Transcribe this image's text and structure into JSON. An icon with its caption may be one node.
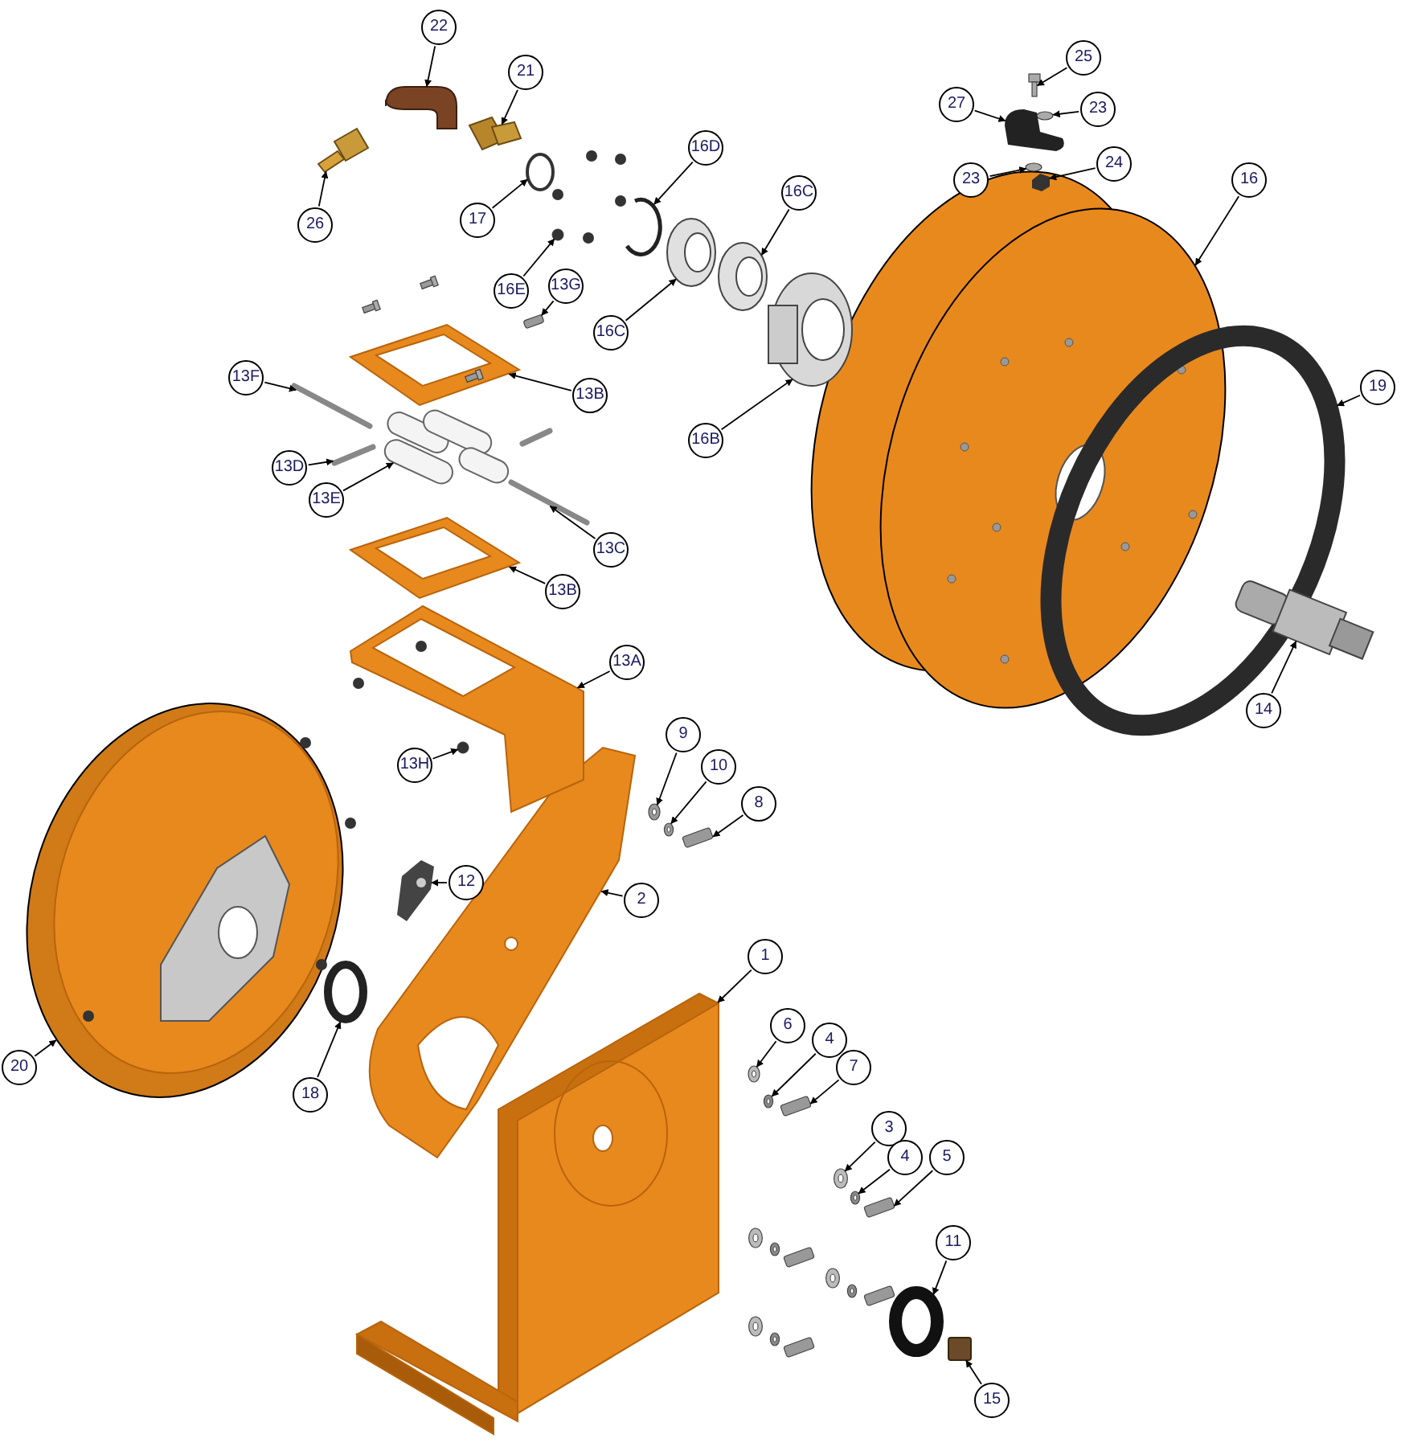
{
  "diagram": {
    "nodes": [
      {
        "text": [
          "22"
        ]
      },
      {
        "text": [
          "21"
        ]
      },
      {
        "text": [
          "26"
        ]
      },
      {
        "text": [
          "17"
        ]
      },
      {
        "text": [
          "16D"
        ]
      },
      {
        "text": [
          "16C"
        ]
      },
      {
        "text": [
          "16E"
        ]
      },
      {
        "text": [
          "13G"
        ]
      },
      {
        "text": [
          "16C"
        ]
      },
      {
        "text": [
          "16B"
        ]
      },
      {
        "text": [
          "13B"
        ]
      },
      {
        "text": [
          "13F"
        ]
      },
      {
        "text": [
          "13D"
        ]
      },
      {
        "text": [
          "13E"
        ]
      },
      {
        "text": [
          "13C"
        ]
      },
      {
        "text": [
          "13B"
        ]
      },
      {
        "text": [
          "25"
        ]
      },
      {
        "text": [
          "27"
        ]
      },
      {
        "text": [
          "23"
        ]
      },
      {
        "text": [
          "23"
        ]
      },
      {
        "text": [
          "24"
        ]
      },
      {
        "text": [
          "16"
        ]
      },
      {
        "text": [
          "19"
        ]
      },
      {
        "text": [
          "14"
        ]
      },
      {
        "text": [
          "13A"
        ]
      },
      {
        "text": [
          "13H"
        ]
      },
      {
        "text": [
          "9"
        ]
      },
      {
        "text": [
          "10"
        ]
      },
      {
        "text": [
          "8"
        ]
      },
      {
        "text": [
          "12"
        ]
      },
      {
        "text": [
          "2"
        ]
      },
      {
        "text": [
          "20"
        ]
      },
      {
        "text": [
          "18"
        ]
      },
      {
        "text": [
          "1"
        ]
      },
      {
        "text": [
          "6"
        ]
      },
      {
        "text": [
          "4"
        ]
      },
      {
        "text": [
          "7"
        ]
      },
      {
        "text": [
          "3"
        ]
      },
      {
        "text": [
          "4"
        ]
      },
      {
        "text": [
          "5"
        ]
      },
      {
        "text": [
          "11"
        ]
      },
      {
        "text": [
          "15"
        ]
      },
      {
        "text": [],
        "shape": "picture"
      },
      {
        "text": [],
        "shape": "picture"
      },
      {
        "text": [],
        "shape": "picture"
      },
      {
        "text": [],
        "shape": "circle"
      },
      {
        "text": [],
        "shape": "picture"
      },
      {
        "text": [],
        "shape": "picture"
      },
      {
        "text": [],
        "shape": "circle"
      },
      {
        "text": [],
        "shape": "box"
      },
      {
        "text": [],
        "shape": "picture"
      },
      {
        "text": [],
        "shape": "picture"
      },
      {
        "text": [],
        "shape": "picture"
      },
      {
        "text": [],
        "shape": "picture"
      },
      {
        "text": [],
        "shape": "picture"
      },
      {
        "text": [],
        "shape": "picture"
      },
      {
        "text": [],
        "shape": "picture"
      },
      {
        "text": [],
        "shape": "picture"
      },
      {
        "text": [],
        "shape": "picture"
      },
      {
        "text": [],
        "shape": "picture"
      },
      {
        "text": [],
        "shape": "circle"
      },
      {
        "text": [],
        "shape": "circle"
      },
      {
        "text": [],
        "shape": "picture"
      },
      {
        "text": [],
        "shape": "picture"
      },
      {
        "text": [],
        "shape": "picture"
      },
      {
        "text": [],
        "shape": "picture"
      },
      {
        "text": [],
        "shape": "picture"
      },
      {
        "text": [],
        "shape": "circle"
      },
      {
        "text": [],
        "shape": "picture"
      },
      {
        "text": [],
        "shape": "picture"
      },
      {
        "text": [],
        "shape": "box"
      },
      {
        "text": [],
        "shape": "picture"
      },
      {
        "text": [],
        "shape": "picture"
      },
      {
        "text": [],
        "shape": "picture"
      },
      {
        "text": [],
        "shape": "circle"
      },
      {
        "text": [],
        "shape": "picture"
      },
      {
        "text": [],
        "shape": "picture"
      },
      {
        "text": [],
        "shape": "picture"
      },
      {
        "text": [],
        "shape": "box"
      },
      {
        "text": [],
        "shape": "picture"
      },
      {
        "text": [],
        "shape": "picture"
      },
      {
        "text": [],
        "shape": "box"
      },
      {
        "text": [],
        "shape": "circle"
      },
      {
        "text": [],
        "shape": "box"
      },
      {
        "text": [],
        "shape": "box"
      },
      {
        "text": [],
        "shape": "box"
      },
      {
        "text": [],
        "shape": "box"
      }
    ],
    "edges": [
      {
        "from": 0,
        "to": 42,
        "arrow": "to"
      },
      {
        "from": 1,
        "to": 43,
        "arrow": "to"
      },
      {
        "from": 2,
        "to": 44,
        "arrow": "to"
      },
      {
        "from": 3,
        "to": 45,
        "arrow": "to"
      },
      {
        "from": 4,
        "to": 46,
        "arrow": "to"
      },
      {
        "from": 5,
        "to": 47,
        "arrow": "to"
      },
      {
        "from": 6,
        "to": 48,
        "arrow": "to"
      },
      {
        "from": 7,
        "to": 49,
        "arrow": "to"
      },
      {
        "from": 8,
        "to": 50,
        "arrow": "to"
      },
      {
        "from": 9,
        "to": 51,
        "arrow": "to"
      },
      {
        "from": 10,
        "to": 52,
        "arrow": "to"
      },
      {
        "from": 11,
        "to": 53,
        "arrow": "to"
      },
      {
        "from": 12,
        "to": 54,
        "arrow": "to"
      },
      {
        "from": 13,
        "to": 55,
        "arrow": "to"
      },
      {
        "from": 14,
        "to": 56,
        "arrow": "to"
      },
      {
        "from": 15,
        "to": 57,
        "arrow": "to"
      },
      {
        "from": 16,
        "to": 58,
        "arrow": "to"
      },
      {
        "from": 17,
        "to": 59,
        "arrow": "to"
      },
      {
        "from": 18,
        "to": 60,
        "arrow": "to"
      },
      {
        "from": 19,
        "to": 61,
        "arrow": "to"
      },
      {
        "from": 20,
        "to": 62,
        "arrow": "to"
      },
      {
        "from": 21,
        "to": 63,
        "arrow": "to"
      },
      {
        "from": 22,
        "to": 64,
        "arrow": "to"
      },
      {
        "from": 23,
        "to": 65,
        "arrow": "to"
      },
      {
        "from": 24,
        "to": 66,
        "arrow": "to"
      },
      {
        "from": 25,
        "to": 67,
        "arrow": "to"
      },
      {
        "from": 26,
        "to": 68,
        "arrow": "to"
      },
      {
        "from": 27,
        "to": 69,
        "arrow": "to"
      },
      {
        "from": 28,
        "to": 70,
        "arrow": "to"
      },
      {
        "from": 29,
        "to": 71,
        "arrow": "to"
      },
      {
        "from": 30,
        "to": 72,
        "arrow": "to"
      },
      {
        "from": 31,
        "to": 73,
        "arrow": "to"
      },
      {
        "from": 32,
        "to": 74,
        "arrow": "to"
      },
      {
        "from": 33,
        "to": 75,
        "arrow": "to"
      },
      {
        "from": 34,
        "to": 76,
        "arrow": "to"
      },
      {
        "from": 35,
        "to": 77,
        "arrow": "to"
      },
      {
        "from": 36,
        "to": 78,
        "arrow": "to"
      },
      {
        "from": 37,
        "to": 79,
        "arrow": "to"
      },
      {
        "from": 38,
        "to": 80,
        "arrow": "to"
      },
      {
        "from": 39,
        "to": 81,
        "arrow": "to"
      },
      {
        "from": 40,
        "to": 82,
        "arrow": "to"
      },
      {
        "from": 41,
        "to": 83,
        "arrow": "to"
      }
    ]
  }
}
